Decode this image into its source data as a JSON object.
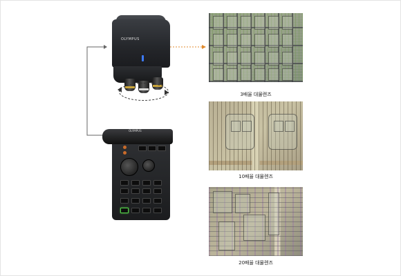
{
  "brand": {
    "head_logo": "OLYMPUS",
    "controller_logo": "OLYMPUS"
  },
  "captions": [
    "3배율 대물렌즈",
    "10배율 대물렌즈",
    "20배율 대물렌즈"
  ],
  "colors": {
    "arrow_accent": "#e08a2c",
    "led_blue": "#3d7bff",
    "button_green": "#55d04a"
  },
  "icons": [
    "rotation-arrow-icon",
    "connector-arrow-icon"
  ]
}
